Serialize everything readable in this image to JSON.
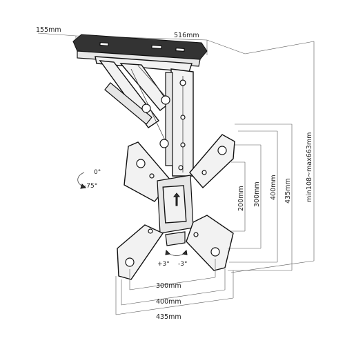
{
  "dimensions": {
    "depth": "155mm",
    "width": "516mm",
    "vesa_h_300": "300mm",
    "vesa_h_400": "400mm",
    "vesa_h_435": "435mm",
    "vesa_v_200": "200mm",
    "vesa_v_300": "300mm",
    "vesa_v_400": "400mm",
    "vesa_v_435": "435mm",
    "height_range": "min108~max663mm"
  },
  "tilt": {
    "top": "0°",
    "bottom": "-75°"
  },
  "swivel": {
    "left": "+3°",
    "right": "-3°"
  },
  "colors": {
    "line": "#444444",
    "part": "#f2f2f2",
    "outline": "#111111"
  }
}
